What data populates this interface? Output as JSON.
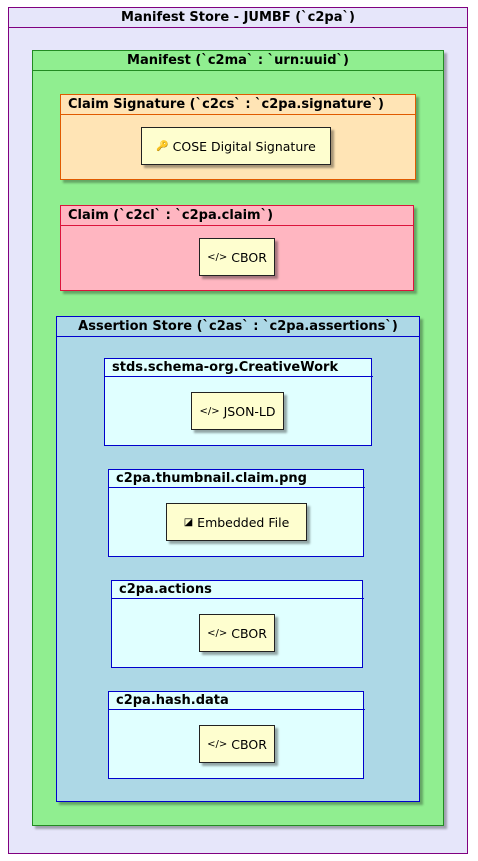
{
  "manifest_store": {
    "title": "Manifest Store - JUMBF (`c2pa`)",
    "manifest": {
      "title": "Manifest (`c2ma` : `urn:uuid`)",
      "claim_signature": {
        "title": "Claim Signature (`c2cs` : `c2pa.signature`)",
        "item_icon": "key-icon",
        "item_icon_glyph": "🔑",
        "item_label": "COSE Digital Signature"
      },
      "claim": {
        "title": "Claim (`c2cl` : `c2pa.claim`)",
        "item_icon": "code-icon",
        "item_icon_glyph": "</>",
        "item_label": "CBOR"
      },
      "assertion_store": {
        "title": "Assertion Store (`c2as` : `c2pa.assertions`)",
        "assertions": [
          {
            "title": "stds.schema-org.CreativeWork",
            "item_icon": "code-icon",
            "item_icon_glyph": "</>",
            "item_label": "JSON-LD"
          },
          {
            "title": "c2pa.thumbnail.claim.png",
            "item_icon": "image-icon",
            "item_icon_glyph": "◪",
            "item_label": "Embedded File"
          },
          {
            "title": "c2pa.actions",
            "item_icon": "code-icon",
            "item_icon_glyph": "</>",
            "item_label": "CBOR"
          },
          {
            "title": "c2pa.hash.data",
            "item_icon": "code-icon",
            "item_icon_glyph": "</>",
            "item_label": "CBOR"
          }
        ]
      }
    }
  },
  "colors": {
    "store_fill": "#e6e6fa",
    "store_border": "#800080",
    "manifest_fill": "#90ee90",
    "manifest_border": "#228b22",
    "signature_fill": "#ffe4b5",
    "signature_border": "#e05a00",
    "claim_fill": "#ffb6c1",
    "claim_border": "#dc143c",
    "assertion_store_fill": "#add8e6",
    "assertion_fill": "#e0ffff",
    "assertion_border": "#0000cd",
    "leaf_fill": "#fefecf"
  }
}
